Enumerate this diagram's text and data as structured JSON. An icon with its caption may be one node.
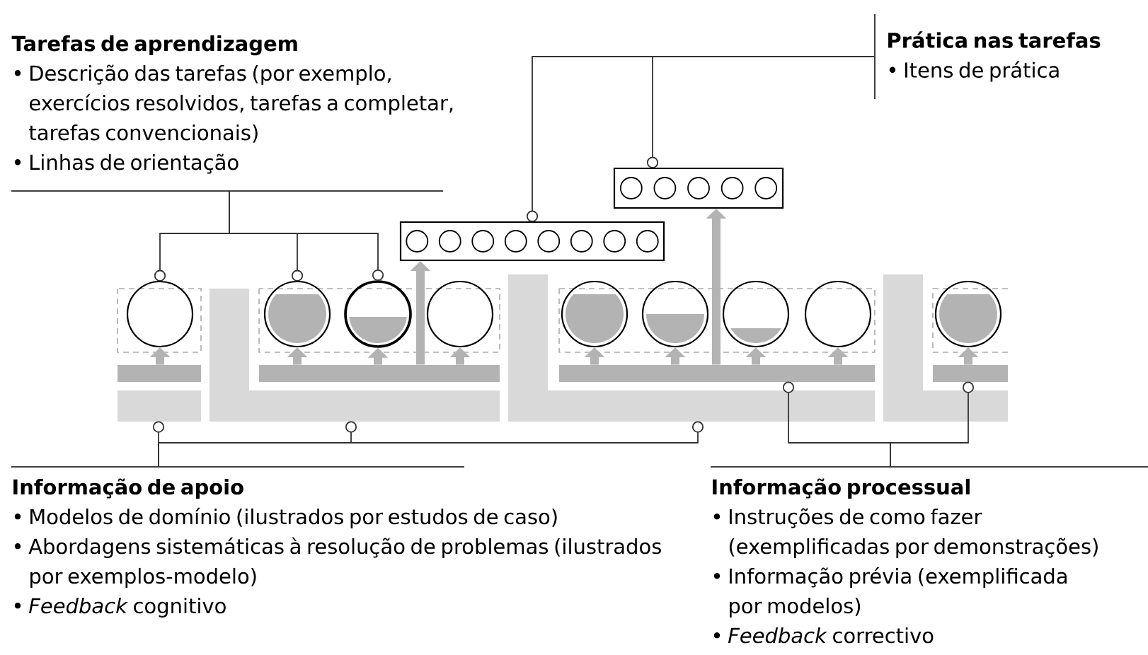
{
  "diagram": {
    "nodes": [
      {
        "text": [
          "Tarefas de aprendizagem",
          "• Descrição das tarefas (por exemplo, exercícios resolvidos, tarefas a completar, tarefas convencionais)",
          "• Linhas de orientação"
        ]
      },
      {
        "text": [
          "Prática nas tarefas",
          "• Itens de prática"
        ]
      },
      {
        "text": [],
        "shape": "box"
      },
      {
        "text": [],
        "shape": "box"
      },
      {
        "text": [],
        "shape": "circle"
      },
      {
        "text": [],
        "shape": "circle"
      },
      {
        "text": [],
        "shape": "circle"
      },
      {
        "text": [],
        "shape": "circle"
      },
      {
        "text": [],
        "shape": "circle"
      },
      {
        "text": [],
        "shape": "circle"
      },
      {
        "text": [],
        "shape": "circle"
      },
      {
        "text": [],
        "shape": "circle"
      },
      {
        "text": [],
        "shape": "circle"
      },
      {
        "text": [],
        "shape": "bar"
      },
      {
        "text": [],
        "shape": "bar"
      },
      {
        "text": [],
        "shape": "bar"
      },
      {
        "text": [],
        "shape": "bar"
      },
      {
        "text": [],
        "shape": "bar"
      },
      {
        "text": [],
        "shape": "bar"
      },
      {
        "text": [],
        "shape": "bar"
      },
      {
        "text": [],
        "shape": "bar"
      },
      {
        "text": [
          "Informação de apoio",
          "• Modelos de domínio (ilustrados por estudos de caso)",
          "• Abordagens sistemáticas à resolução de problemas (ilustrados por exemplos-modelo)",
          "• *Feedback* cognitivo"
        ]
      },
      {
        "text": [
          "Informação processual",
          "• Instruções de como fazer (exemplificadas por demonstrações)",
          "• Informação prévia (exemplificada por modelos)",
          "• *Feedback* correctivo"
        ]
      },
      {
        "text": [],
        "shape": "bar"
      },
      {
        "text": [],
        "shape": "bar"
      },
      {
        "text": [],
        "shape": "bar"
      }
    ],
    "edges": [
      {
        "from": 0,
        "to": 4,
        "arrow": "other",
        "color": "#333333"
      },
      {
        "from": 0,
        "to": 5,
        "arrow": "other",
        "color": "#333333"
      },
      {
        "from": 0,
        "to": 6,
        "arrow": "other",
        "color": "#333333"
      },
      {
        "from": 1,
        "to": 2,
        "arrow": "other",
        "color": "#333333"
      },
      {
        "from": 1,
        "to": 3,
        "arrow": "other",
        "color": "#333333"
      },
      {
        "from": 21,
        "to": 17,
        "arrow": "other",
        "color": "#333333"
      },
      {
        "from": 21,
        "to": 18,
        "arrow": "other",
        "color": "#333333"
      },
      {
        "from": 21,
        "to": 19,
        "arrow": "other",
        "color": "#333333"
      },
      {
        "from": 22,
        "to": 15,
        "arrow": "other",
        "color": "#333333"
      },
      {
        "from": 22,
        "to": 16,
        "arrow": "other",
        "color": "#333333"
      },
      {
        "from": 13,
        "to": 4,
        "arrow": "to"
      },
      {
        "from": 14,
        "to": 5,
        "arrow": "to"
      },
      {
        "from": 14,
        "to": 6,
        "arrow": "to"
      },
      {
        "from": 14,
        "to": 7,
        "arrow": "to"
      },
      {
        "from": 14,
        "to": 2,
        "arrow": "to"
      },
      {
        "from": 15,
        "to": 8,
        "arrow": "to"
      },
      {
        "from": 15,
        "to": 9,
        "arrow": "to"
      },
      {
        "from": 15,
        "to": 10,
        "arrow": "to"
      },
      {
        "from": 15,
        "to": 11,
        "arrow": "to"
      },
      {
        "from": 15,
        "to": 3,
        "arrow": "to"
      },
      {
        "from": 16,
        "to": 12,
        "arrow": "to"
      }
    ]
  }
}
